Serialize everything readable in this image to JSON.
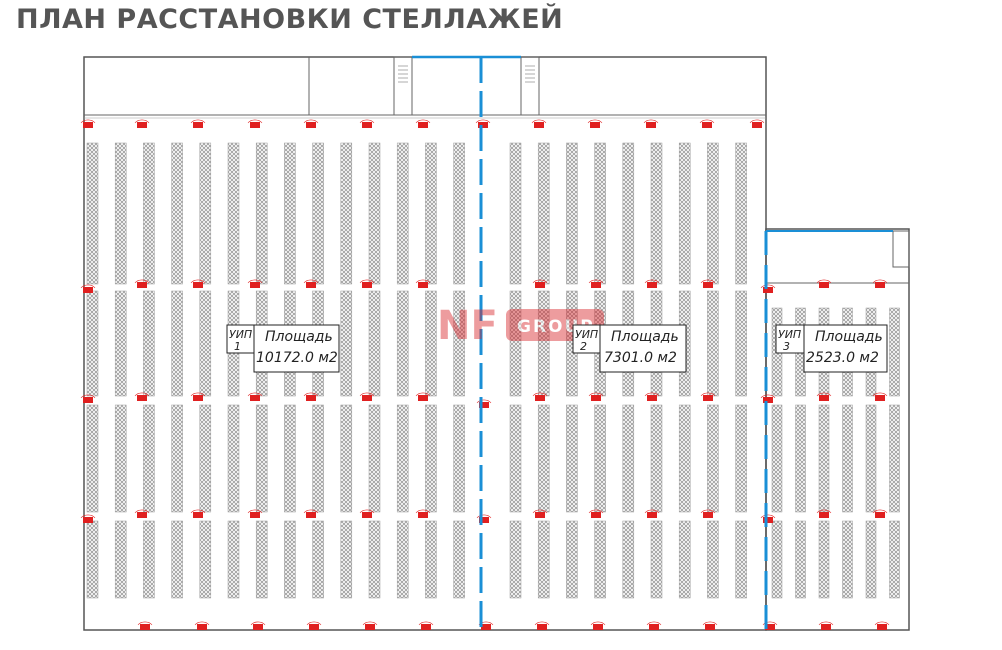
{
  "title": "ПЛАН РАССТАНОВКИ СТЕЛЛАЖЕЙ",
  "watermark": {
    "brand": "NF",
    "suffix": "GROUP",
    "color": "#d9252a"
  },
  "colors": {
    "racks": "#9a9a9a",
    "walls": "#555555",
    "partition": "#1a8fd6",
    "fire_equipment": "#e02020"
  },
  "zones": [
    {
      "id_label": "УИП",
      "number": "1",
      "area_caption": "Площадь",
      "area_value": "10172.0  м2"
    },
    {
      "id_label": "УИП",
      "number": "2",
      "area_caption": "Площадь",
      "area_value": "7301.0  м2"
    },
    {
      "id_label": "УИП",
      "number": "3",
      "area_caption": "Площадь",
      "area_value": "2523.0  м2"
    }
  ]
}
